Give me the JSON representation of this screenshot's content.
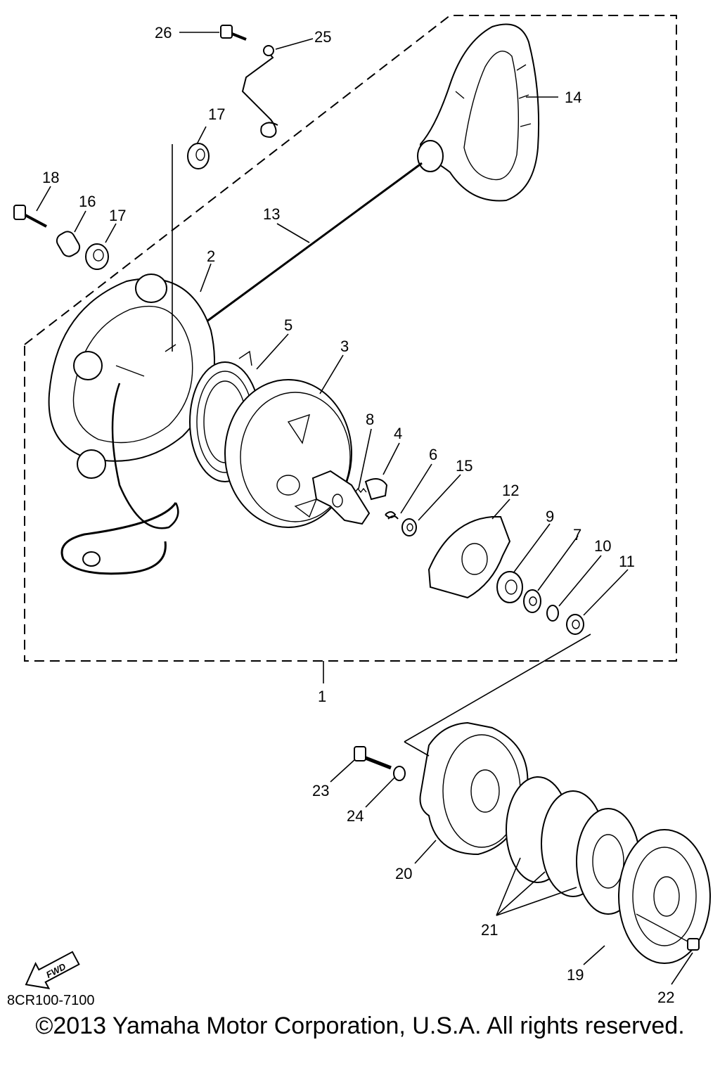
{
  "callouts": {
    "c1": "1",
    "c2": "2",
    "c3": "3",
    "c4": "4",
    "c5": "5",
    "c6": "6",
    "c7": "7",
    "c8": "8",
    "c9": "9",
    "c10": "10",
    "c11": "11",
    "c12": "12",
    "c13": "13",
    "c14": "14",
    "c15": "15",
    "c16": "16",
    "c17a": "17",
    "c17b": "17",
    "c18": "18",
    "c19": "19",
    "c20": "20",
    "c21": "21",
    "c22": "22",
    "c23": "23",
    "c24": "24",
    "c25": "25",
    "c26": "26"
  },
  "fwd_label": "FWD",
  "diagram_code": "8CR100-7100",
  "copyright": "©2013 Yamaha Motor Corporation, U.S.A. All rights reserved."
}
